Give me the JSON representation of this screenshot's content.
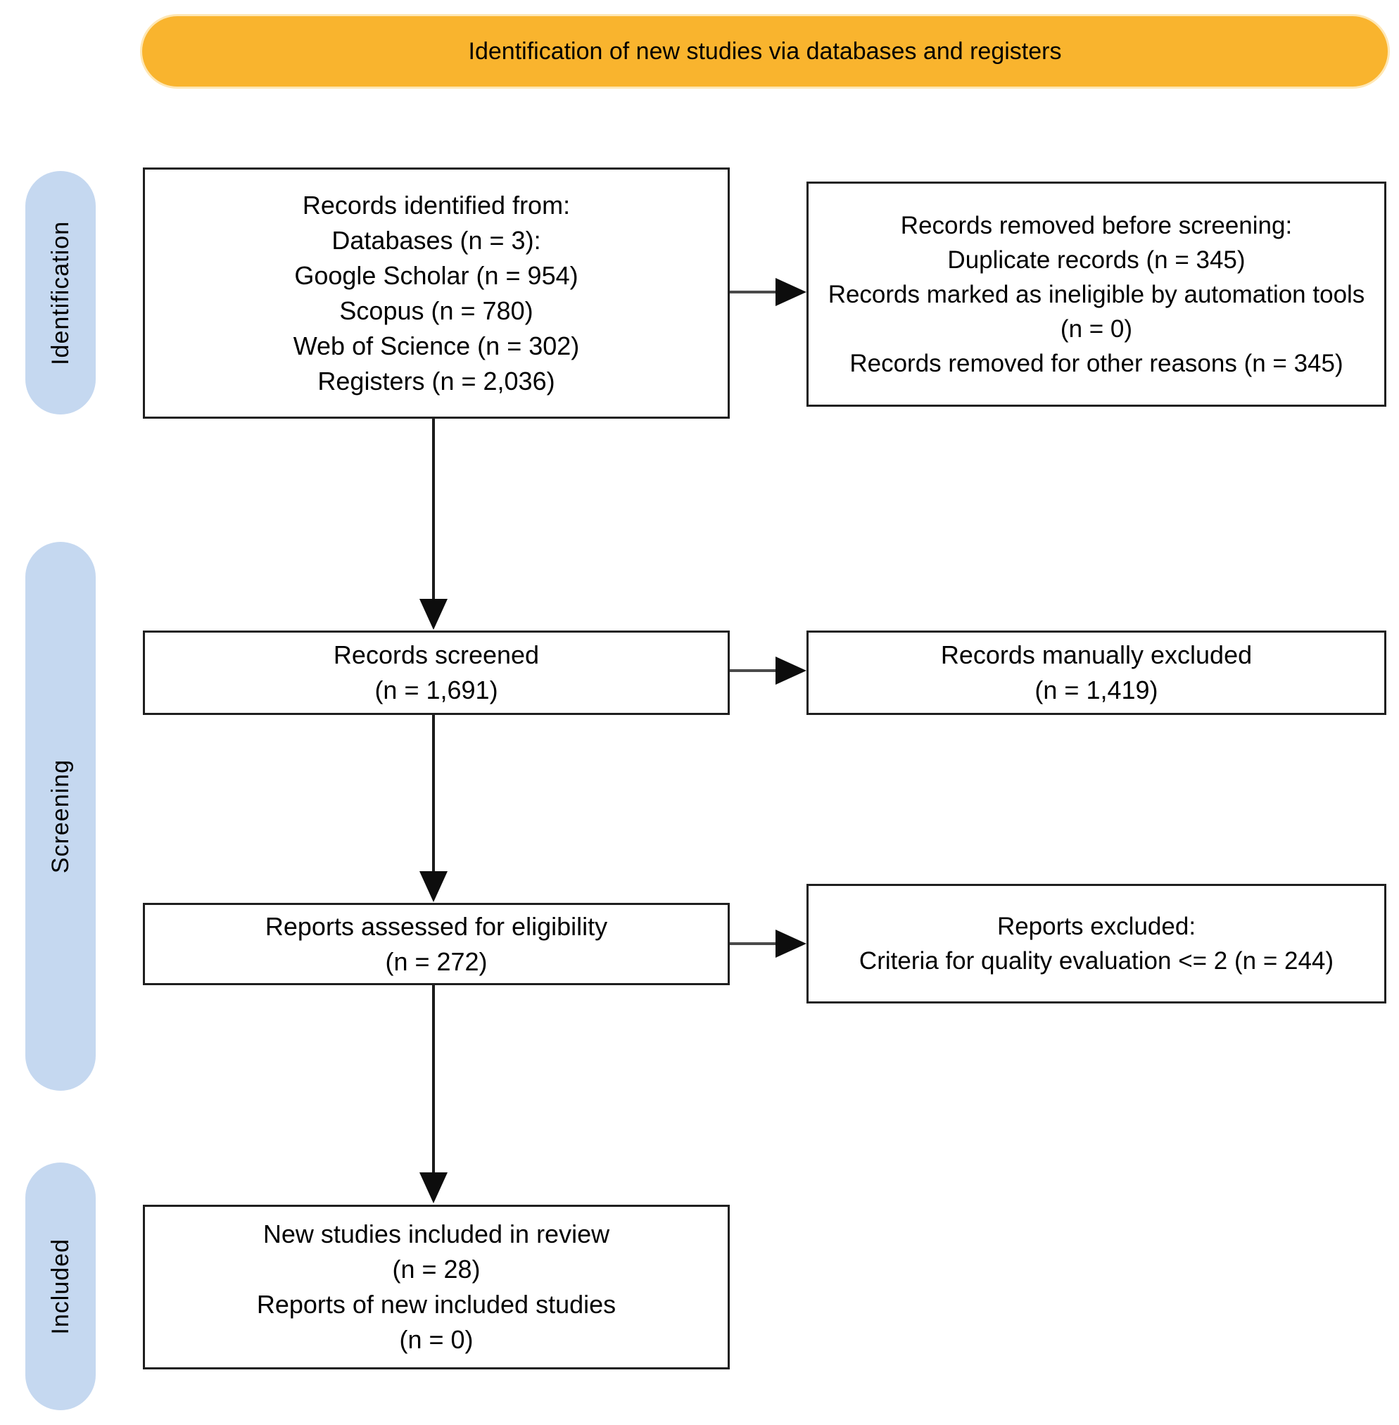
{
  "banner": {
    "label": "Identification of new studies via databases and registers",
    "bg_color": "#F9B42E"
  },
  "stages": [
    {
      "label": "Identification"
    },
    {
      "label": "Screening"
    },
    {
      "label": "Included"
    }
  ],
  "stage_bg_color": "#C5D8F0",
  "flow_boxes": {
    "records_identified": {
      "lines": [
        "Records identified from:",
        "Databases (n = 3):",
        "Google Scholar (n = 954)",
        "Scopus (n = 780)",
        "Web of Science (n = 302)",
        "Registers (n = 2,036)"
      ]
    },
    "records_removed": {
      "lines": [
        "Records removed before screening:",
        "Duplicate records (n = 345)",
        "Records marked as ineligible by automation tools (n = 0)",
        "Records removed for other reasons (n = 345)"
      ]
    },
    "records_screened": {
      "lines": [
        "Records screened",
        "(n = 1,691)"
      ]
    },
    "records_manually_excluded": {
      "lines": [
        "Records manually excluded",
        "(n = 1,419)"
      ]
    },
    "reports_assessed": {
      "lines": [
        "Reports assessed for eligibility",
        "(n = 272)"
      ]
    },
    "reports_excluded": {
      "lines": [
        "Reports excluded:",
        "Criteria for quality evaluation <= 2 (n = 244)"
      ]
    },
    "new_studies_included": {
      "lines": [
        "New studies included in review",
        "(n = 28)",
        "Reports of new included studies",
        "(n = 0)"
      ]
    }
  },
  "style_tokens": {
    "box_border_color": "#1f1f1f",
    "arrow_color": "#0d0d0d",
    "text_color": "#000000"
  }
}
